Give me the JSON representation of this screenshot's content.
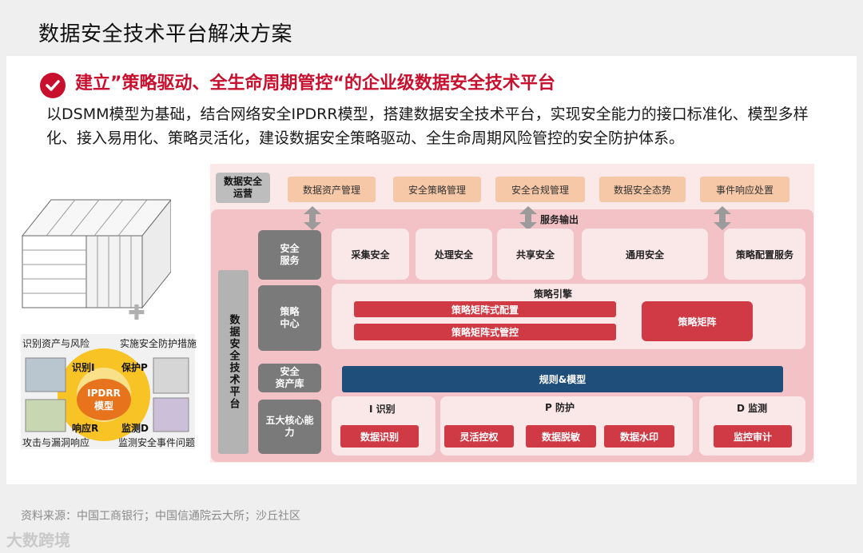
{
  "page_title": "数据安全技术平台解决方案",
  "headline": "建立”策略驱动、全生命周期管控“的企业级数据安全技术平台",
  "description": "以DSMM模型为基础，结合网络安全IPDRR模型，搭建数据安全技术平台，实现安全能力的接口标准化、模型多样化、接入易用化、策略灵活化，建设数据安全策略驱动、全生命周期风险管控的安全防护体系。",
  "ipdrr": {
    "core": "IPDRR\n模型",
    "corner_tl": "识别资产与风险",
    "corner_tr": "实施安全防护措施",
    "corner_bl": "攻击与漏洞响应",
    "corner_br": "监测安全事件问题",
    "identify": "识别I",
    "protect": "保护P",
    "respond": "响应R",
    "detect": "监测D"
  },
  "arch": {
    "ops_label": "数据安全\n运营",
    "top_items": [
      "数据资产管理",
      "安全策略管理",
      "安全合规管理",
      "数据安全态势",
      "事件响应处置"
    ],
    "service_output": "服务输出",
    "platform_label": "数据安全技术平台",
    "rows": {
      "service": "安全\n服务",
      "strategy": "策略\n中心",
      "library": "安全\n资产库",
      "core": "五大核心能\n力"
    },
    "services": [
      "采集安全",
      "处理安全",
      "共享安全",
      "通用安全",
      "策略配置服务"
    ],
    "strategy_engine": "策略引擎",
    "strategy_items": [
      "策略矩阵式配置",
      "策略矩阵式管控"
    ],
    "strategy_matrix": "策略矩阵",
    "rules_model": "规则&模型",
    "groups": [
      {
        "title": "I 识别",
        "items": [
          "数据识别"
        ]
      },
      {
        "title": "P 防护",
        "items": [
          "灵活控权",
          "数据脱敏",
          "数据水印"
        ]
      },
      {
        "title": "D 监测",
        "items": [
          "监控审计"
        ]
      }
    ]
  },
  "source": "资料来源：中国工商银行；中国信通院云大所；沙丘社区",
  "watermark": "大数跨境",
  "colors": {
    "accent_red": "#c8102e",
    "block_red": "#d03a45",
    "navy": "#1f4e7a",
    "peach": "#f6c8a7"
  }
}
